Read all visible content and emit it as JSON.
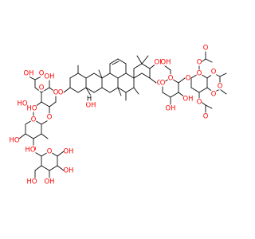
{
  "colors": {
    "bond": "#000000",
    "oxygen": "#ff0000",
    "carbon_label": "#000000"
  },
  "atom_labels": {
    "o": "O",
    "oh": "OH",
    "ho": "HO",
    "h": "H"
  }
}
